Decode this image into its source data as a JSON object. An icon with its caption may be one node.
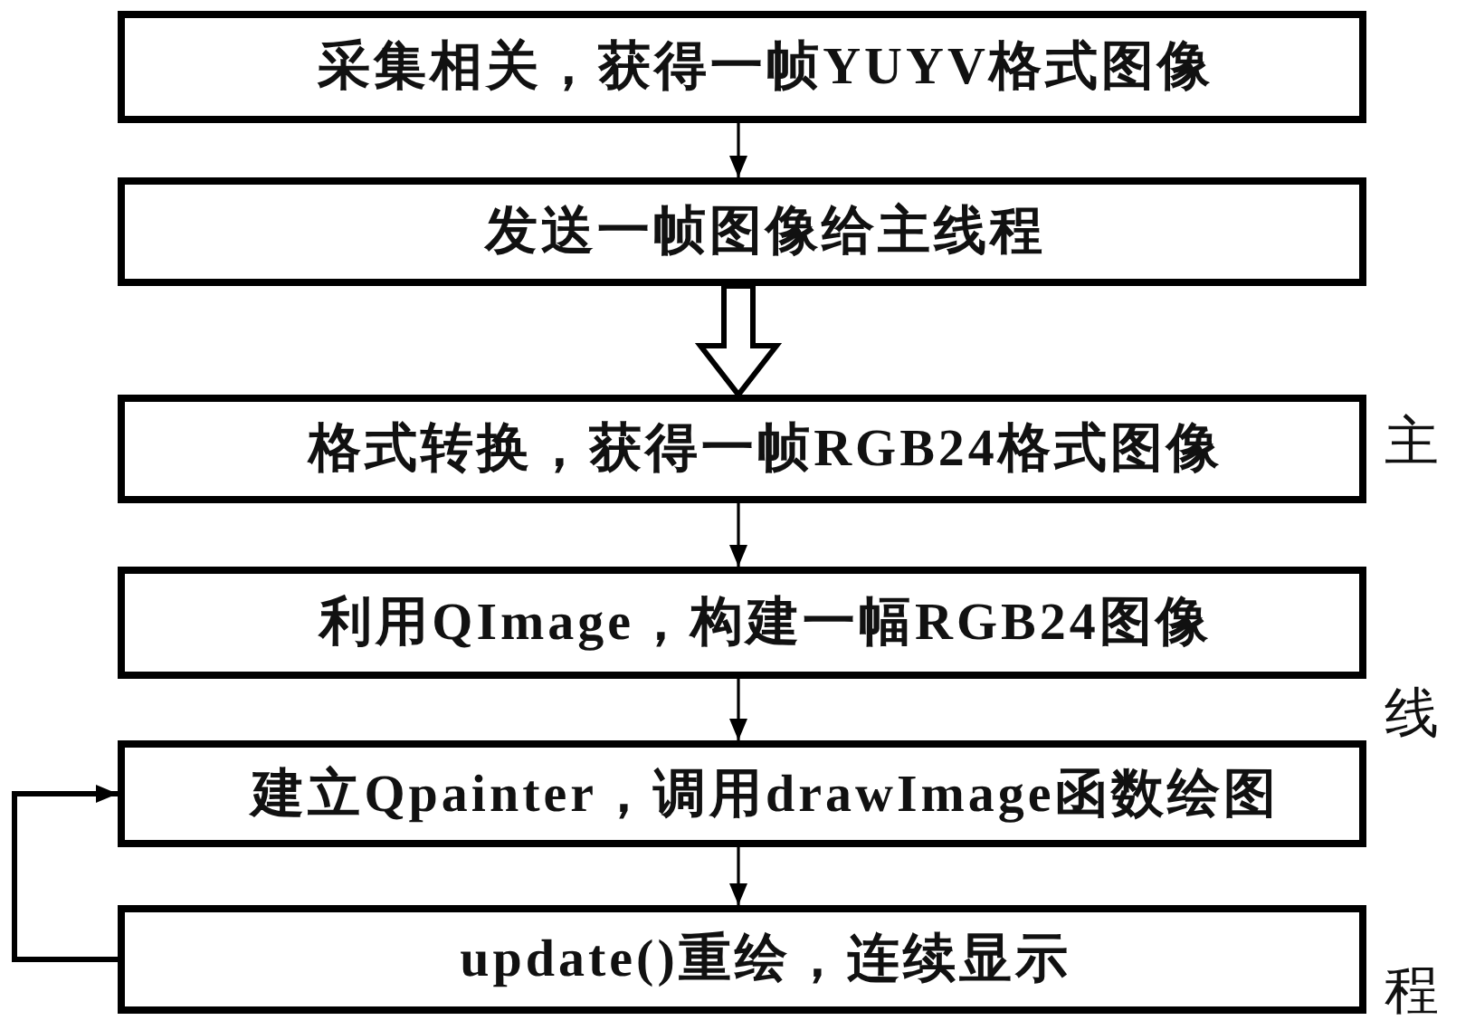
{
  "diagram": {
    "nodes": [
      {
        "text": [
          "采集相关，获得一帧YUYV格式图像"
        ]
      },
      {
        "text": [
          "发送一帧图像给主线程"
        ]
      },
      {
        "text": [
          "格式转换，获得一帧RGB24格式图像"
        ]
      },
      {
        "text": [
          "利用QImage，构建一幅RGB24图像"
        ]
      },
      {
        "text": [
          "建立Qpainter，调用drawImage函数绘图"
        ]
      },
      {
        "text": [
          "update()重绘，连续显示"
        ]
      }
    ],
    "edges": [
      {
        "from": 0,
        "to": 1,
        "arrow": "to"
      },
      {
        "from": 1,
        "to": 2,
        "arrow": "to",
        "style": "thick"
      },
      {
        "from": 2,
        "to": 3,
        "arrow": "to"
      },
      {
        "from": 3,
        "to": 4,
        "arrow": "to"
      },
      {
        "from": 4,
        "to": 5,
        "arrow": "to"
      },
      {
        "from": 5,
        "to": 4,
        "arrow": "to"
      }
    ],
    "labels": [
      "主",
      "线",
      "程"
    ]
  }
}
